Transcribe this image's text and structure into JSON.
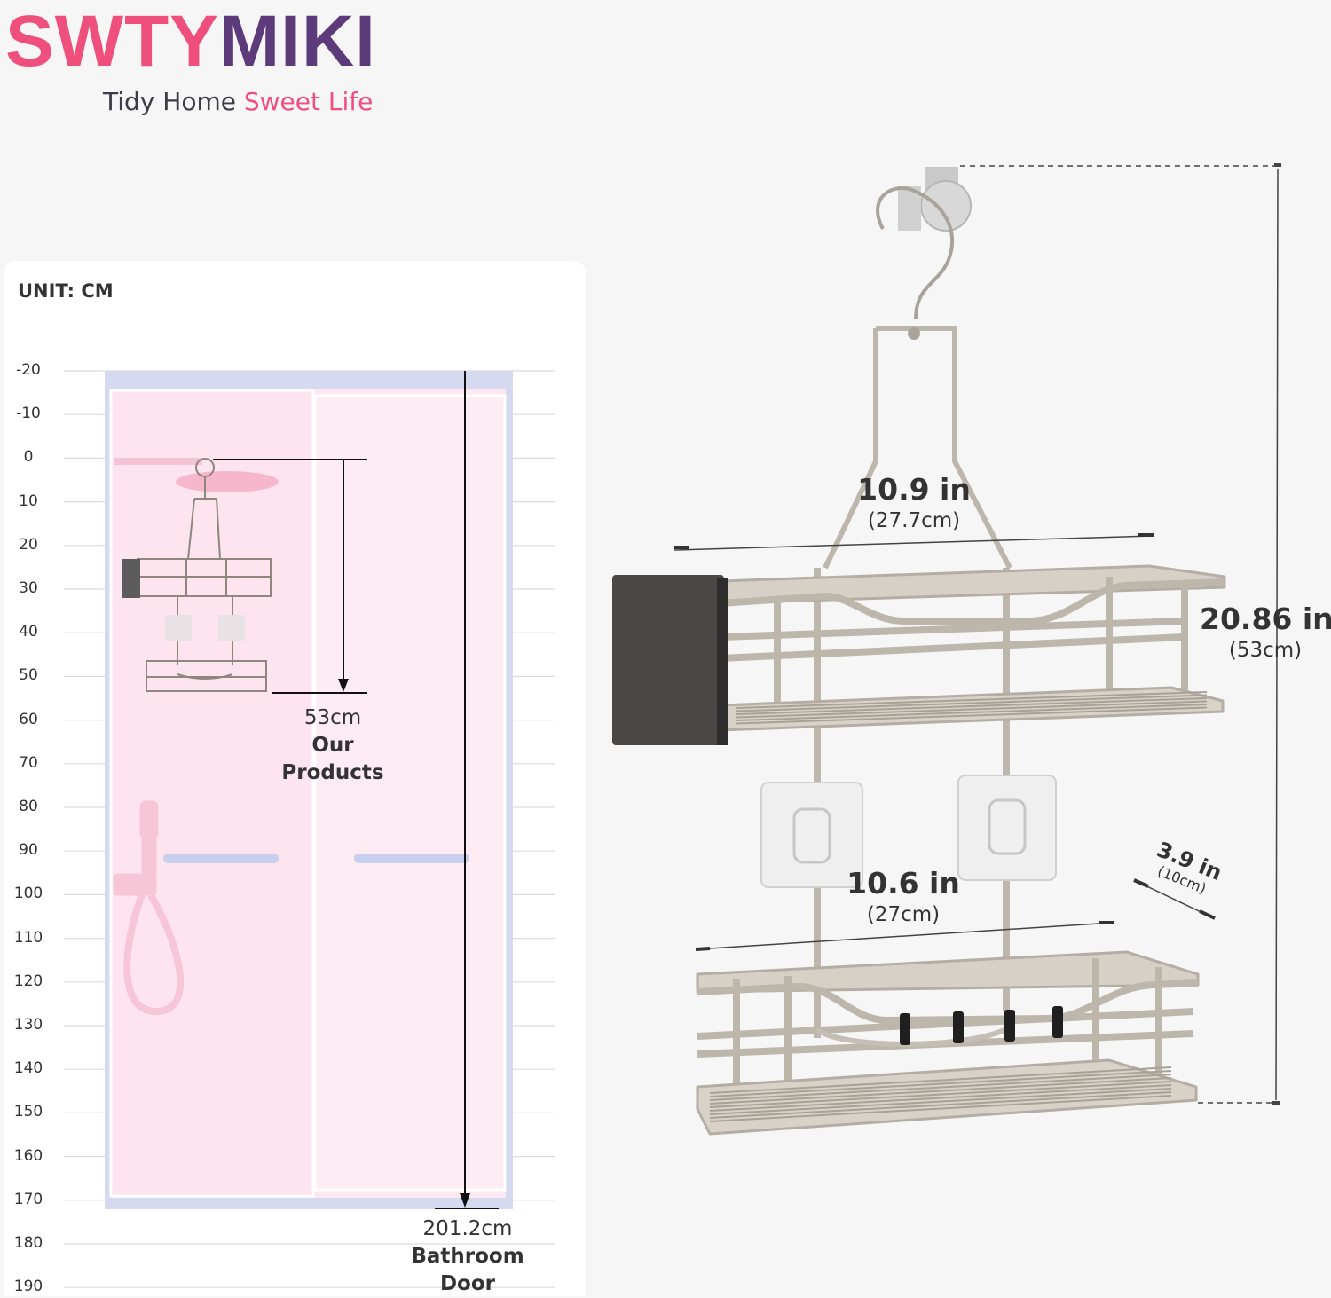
{
  "brand": {
    "name_part1": "SWTY",
    "name_part2": "MIKI",
    "tagline_part1": "Tidy Home",
    "tagline_part2": "Sweet Life",
    "pink": "#ee4f7c",
    "purple": "#5d3a7a"
  },
  "scale": {
    "unit_label": "UNIT: CM",
    "ticks": [
      "-20",
      "-10",
      "0",
      "10",
      "20",
      "30",
      "40",
      "50",
      "60",
      "70",
      "80",
      "90",
      "100",
      "110",
      "120",
      "130",
      "140",
      "150",
      "160",
      "170",
      "180",
      "190"
    ]
  },
  "product_note": {
    "value": "53cm",
    "line1": "Our",
    "line2": "Products"
  },
  "door_note": {
    "value": "201.2cm",
    "line1": "Bathroom",
    "line2": "Door"
  },
  "dimensions": {
    "top_width_in": "10.9 in",
    "top_width_cm": "(27.7cm)",
    "height_in": "20.86 in",
    "height_cm": "(53cm)",
    "bottom_width_in": "10.6 in",
    "bottom_width_cm": "(27cm)",
    "depth_in": "3.9 in",
    "depth_cm": "(10cm)"
  },
  "colors": {
    "door_fill": "#fce8f1",
    "door_frame": "#d5daf0",
    "metal": "#bdb6ab",
    "metal_dark": "#8d877e"
  }
}
